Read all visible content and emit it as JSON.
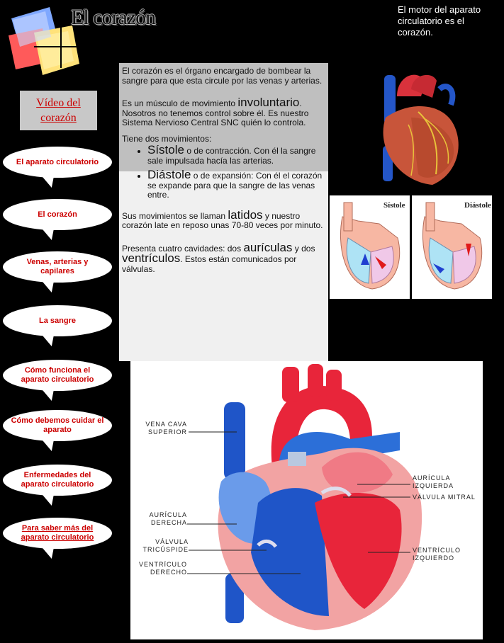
{
  "header": {
    "title": "El corazón",
    "caption": "El motor del aparato circulatorio es el corazón."
  },
  "video": {
    "label": "Vídeo del corazón"
  },
  "nav": [
    "El aparato circulatorio",
    "El corazón",
    "Venas, arterias y capilares",
    "La sangre",
    "Cómo funciona el aparato circulatorio",
    "Cómo debemos cuidar el aparato",
    "Enfermedades del aparato circulatorio",
    "Para saber más del aparato circulatorio"
  ],
  "content": {
    "p1": "El corazón es el órgano encargado de bombear la sangre para que esta circule por las venas y arterias.",
    "p2_a": "Es un músculo de movimiento ",
    "p2_big": "involuntario",
    "p2_b": ". Nosotros no tenemos control sobre él. Es nuestro Sistema Nervioso Central SNC quién lo controla.",
    "p3": "Tiene dos movimientos:",
    "li1_big": "Sístole",
    "li1_rest": " o de contracción. Con él la sangre sale impulsada hacía las arterias.",
    "li2_big": "Diástole",
    "li2_rest": " o de expansión: Con él el corazón se expande para que la sangre de las venas entre.",
    "p4_a": "Sus movimientos se llaman ",
    "p4_big": "latidos",
    "p4_b": " y nuestro corazón late en reposo unas 70-80 veces por minuto.",
    "p5_a": "Presenta cuatro cavidades: dos ",
    "p5_big1": "aurículas",
    "p5_b": " y dos ",
    "p5_big2": "ventrículos",
    "p5_c": ". Estos están comunicados por válvulas."
  },
  "images": {
    "sistole_label": "Sístole",
    "diastole_label": "Diástole"
  },
  "diagram": {
    "vena_cava_1": "VENA CAVA",
    "vena_cava_2": "SUPERIOR",
    "auricula_d_1": "AURÍCULA",
    "auricula_d_2": "DERECHA",
    "valvula_t_1": "VÁLVULA",
    "valvula_t_2": "TRICÚSPIDE",
    "ventriculo_d_1": "VENTRÍCULO",
    "ventriculo_d_2": "DERECHO",
    "auricula_i_1": "AURÍCULA",
    "auricula_i_2": "IZQUIERDA",
    "valvula_m": "VÁLVULA MITRAL",
    "ventriculo_i_1": "VENTRÍCULO",
    "ventriculo_i_2": "IZQUIERDO"
  },
  "colors": {
    "link_red": "#cc0000",
    "arterial_red": "#e8253a",
    "venous_blue": "#1f55c8",
    "panel_grey": "#bfbfbf"
  }
}
